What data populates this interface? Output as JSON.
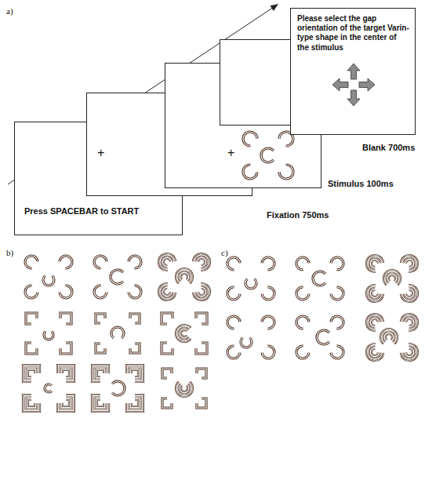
{
  "diagram": {
    "nodes": [
      {
        "text": [
          "Press SPACEBAR to START"
        ]
      },
      {
        "text": [
          "+"
        ]
      },
      {
        "text": [
          "+"
        ]
      },
      {
        "text": [
          "Please select the gap orientation of the target Varin-type shape in the center of the stimulus"
        ]
      }
    ],
    "labels": [
      "a)",
      "Fixation 750ms",
      "Stimulus 100ms",
      "Blank 700ms",
      "b)",
      "c)"
    ]
  }
}
